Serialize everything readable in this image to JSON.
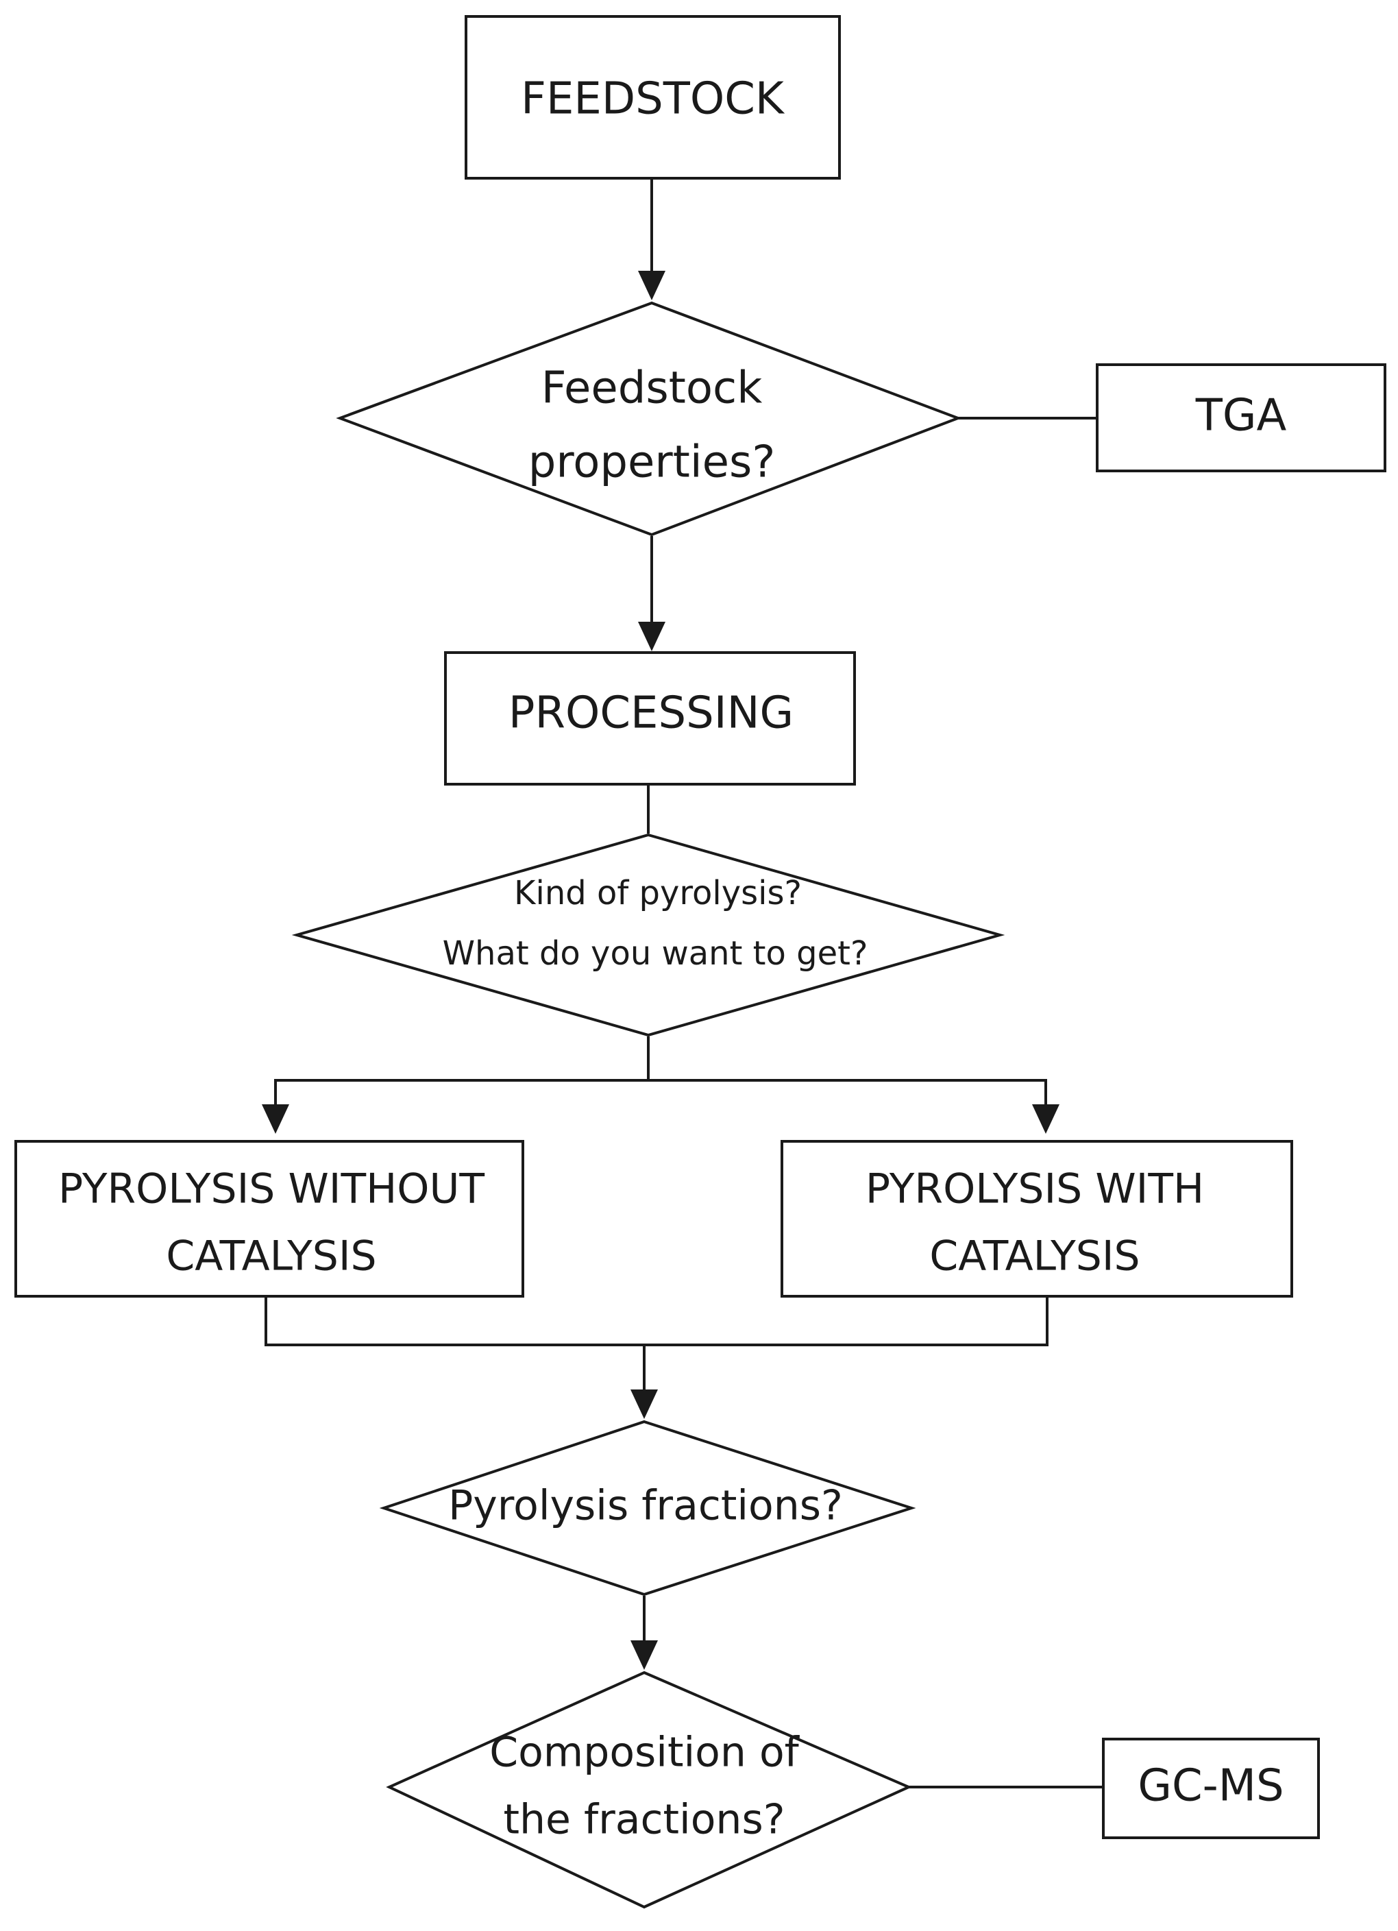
{
  "diagram": {
    "type": "flowchart",
    "nodes": {
      "feedstock": {
        "shape": "box",
        "lines": [
          "FEEDSTOCK"
        ]
      },
      "feedstock_properties": {
        "shape": "diamond",
        "lines": [
          "Feedstock",
          "properties?"
        ]
      },
      "tga": {
        "shape": "box",
        "lines": [
          "TGA"
        ]
      },
      "processing": {
        "shape": "box",
        "lines": [
          "PROCESSING"
        ]
      },
      "kind_of_pyrolysis": {
        "shape": "diamond",
        "lines": [
          "Kind of pyrolysis?",
          "What do you want to get?"
        ]
      },
      "pyrolysis_without": {
        "shape": "box",
        "lines": [
          "PYROLYSIS WITHOUT",
          "CATALYSIS"
        ]
      },
      "pyrolysis_with": {
        "shape": "box",
        "lines": [
          "PYROLYSIS WITH",
          "CATALYSIS"
        ]
      },
      "pyrolysis_fractions": {
        "shape": "diamond",
        "lines": [
          "Pyrolysis fractions?"
        ]
      },
      "composition": {
        "shape": "diamond",
        "lines": [
          "Composition of",
          "the fractions?"
        ]
      },
      "gcms": {
        "shape": "box",
        "lines": [
          "GC-MS"
        ]
      }
    },
    "edges": [
      {
        "from": "feedstock",
        "to": "feedstock_properties",
        "arrow": true
      },
      {
        "from": "feedstock_properties",
        "to": "tga",
        "arrow": false
      },
      {
        "from": "feedstock_properties",
        "to": "processing",
        "arrow": true
      },
      {
        "from": "processing",
        "to": "kind_of_pyrolysis",
        "arrow": false
      },
      {
        "from": "kind_of_pyrolysis",
        "to": "pyrolysis_without",
        "arrow": true
      },
      {
        "from": "kind_of_pyrolysis",
        "to": "pyrolysis_with",
        "arrow": true
      },
      {
        "from": "pyrolysis_without",
        "to": "pyrolysis_fractions",
        "arrow": true
      },
      {
        "from": "pyrolysis_with",
        "to": "pyrolysis_fractions",
        "arrow": true
      },
      {
        "from": "pyrolysis_fractions",
        "to": "composition",
        "arrow": true
      },
      {
        "from": "composition",
        "to": "gcms",
        "arrow": false
      }
    ],
    "colors": {
      "stroke": "#1a1a1a",
      "fill": "#ffffff",
      "text": "#1a1a1a"
    }
  }
}
